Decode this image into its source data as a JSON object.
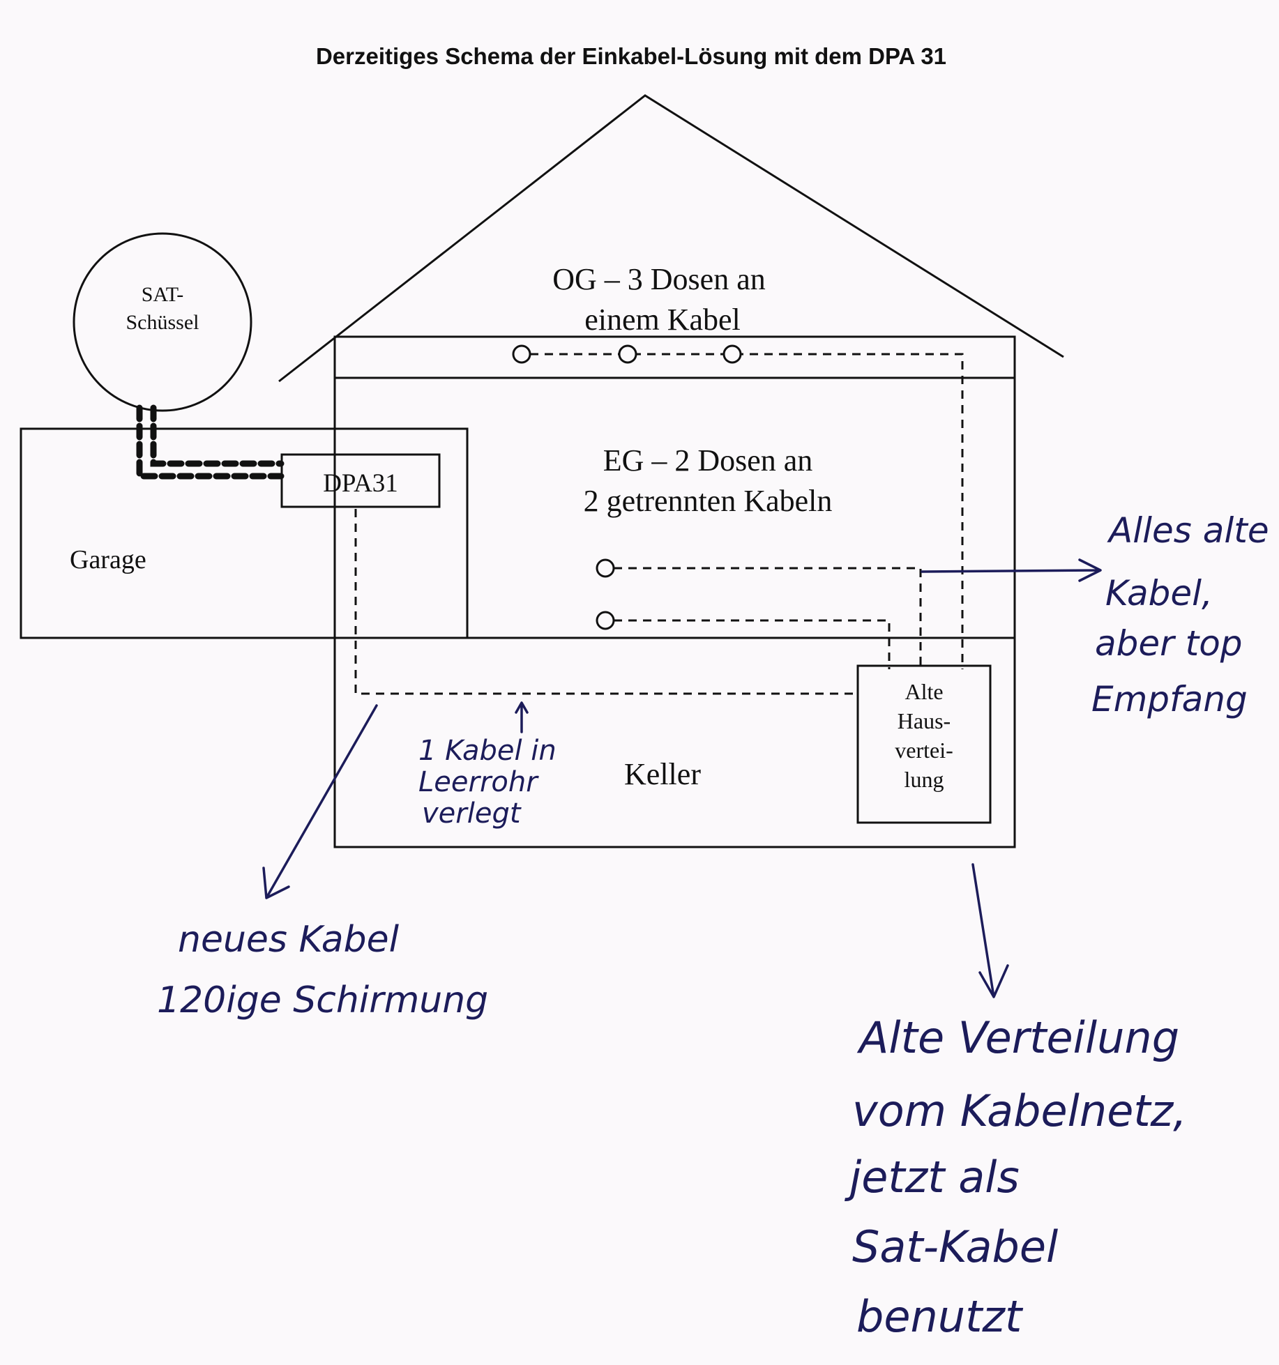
{
  "title": "Derzeitiges Schema der Einkabel-Lösung mit dem DPA 31",
  "labels": {
    "sat_line1": "SAT-",
    "sat_line2": "Schüssel",
    "dpa": "DPA31",
    "garage": "Garage",
    "og_line1": "OG – 3 Dosen an",
    "og_line2": "einem Kabel",
    "eg_line1": "EG – 2 Dosen an",
    "eg_line2": "2 getrennten Kabeln",
    "keller": "Keller",
    "hv_line1": "Alte",
    "hv_line2": "Haus-",
    "hv_line3": "vertei-",
    "hv_line4": "lung"
  },
  "handwritten": {
    "right_note": [
      "Alles alte",
      "Kabel,",
      "aber top",
      "Empfang"
    ],
    "conduit_note": [
      "1 Kabel in",
      "Leerrohr",
      "verlegt"
    ],
    "new_cable_note": [
      "neues Kabel",
      "120ige Schirmung"
    ],
    "old_distribution_note": [
      "Alte Verteilung",
      "vom Kabelnetz,",
      "jetzt als",
      "Sat-Kabel",
      "benutzt"
    ]
  },
  "colors": {
    "background": "#fbf9fb",
    "ink": "#111111",
    "pen": "#1c1c5a"
  }
}
